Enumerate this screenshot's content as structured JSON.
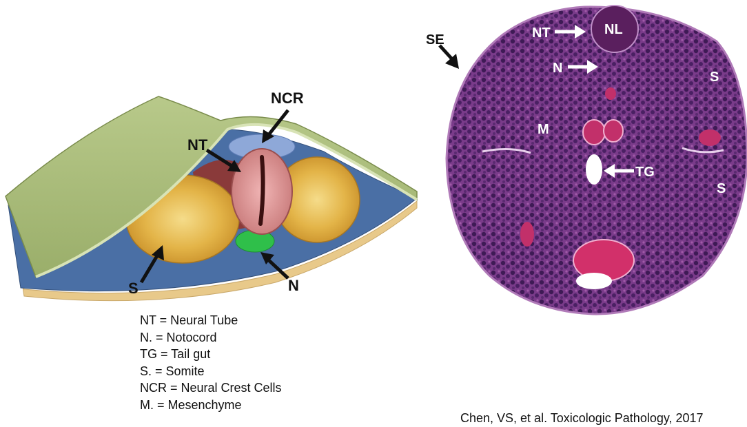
{
  "left_diagram": {
    "labels": {
      "ncr": "NCR",
      "nt": "NT",
      "s": "S",
      "n": "N"
    }
  },
  "right_micrograph": {
    "labels": {
      "se": "SE",
      "nt": "NT",
      "nl": "NL",
      "n": "N",
      "s_top": "S",
      "m": "M",
      "tg": "TG",
      "s_bottom": "S"
    }
  },
  "legend": {
    "items": [
      "NT = Neural Tube",
      "N. = Notocord",
      "TG = Tail gut",
      "S. = Somite",
      "NCR = Neural Crest Cells",
      "M. = Mesenchyme"
    ]
  },
  "citation": "Chen, VS, et al. Toxicologic Pathology, 2017"
}
